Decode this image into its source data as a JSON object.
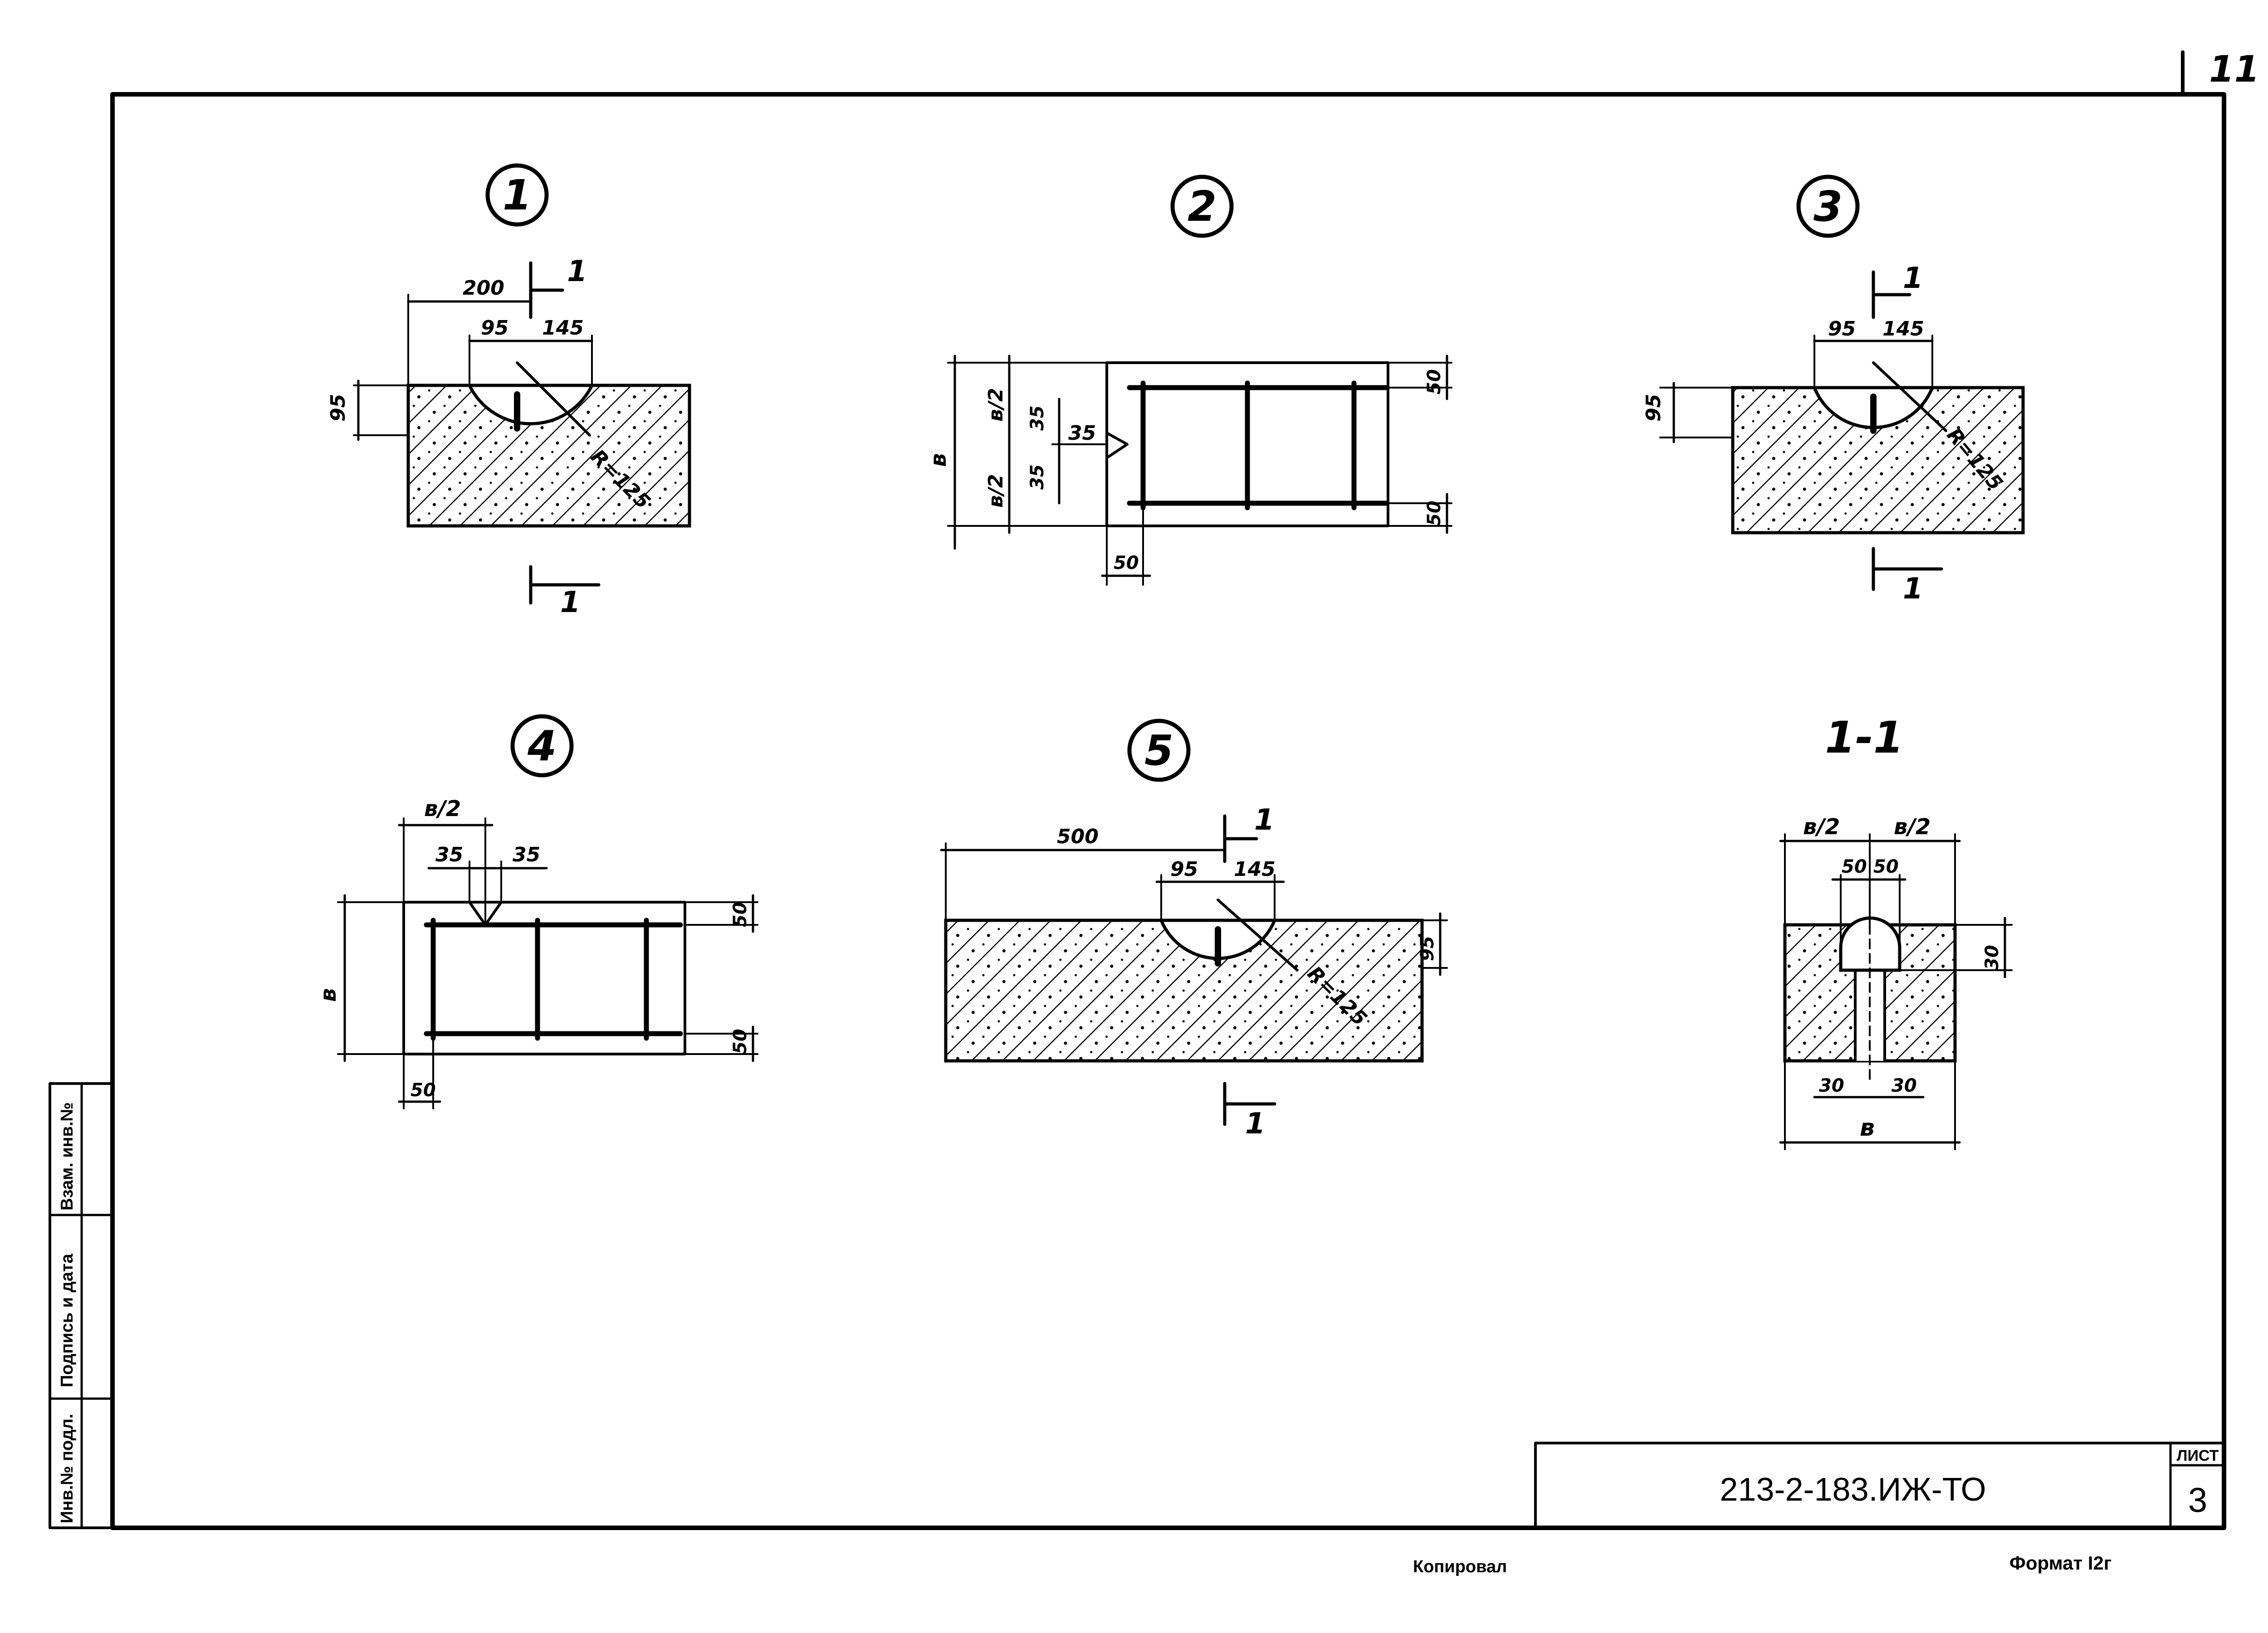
{
  "sheet_corner_number": "11",
  "stamp": {
    "sheet_label": "ЛИСТ",
    "sheet_number": "3",
    "document_code": "213-2-183.ИЖ-ТО"
  },
  "side_table": {
    "inv_original": "Инв.№ подл.",
    "sign_date": "Подпись и дата",
    "inv_replace": "Взам. инв.№"
  },
  "footer": {
    "copied": "Копировал",
    "format": "Формат I2г"
  },
  "details": {
    "d1": {
      "number": "1",
      "dims": [
        "200",
        "95",
        "145",
        "95"
      ],
      "radius": "R=125",
      "section_marks": [
        "1",
        "1"
      ]
    },
    "d2": {
      "number": "2",
      "dims": [
        "в",
        "в/2",
        "в/2",
        "35",
        "35",
        "35",
        "50",
        "50",
        "50"
      ]
    },
    "d3": {
      "number": "3",
      "dims": [
        "95",
        "145",
        "95"
      ],
      "radius": "R=125",
      "section_marks": [
        "1",
        "1"
      ]
    },
    "d4": {
      "number": "4",
      "dims": [
        "в/2",
        "35",
        "35",
        "в",
        "50",
        "50",
        "50"
      ]
    },
    "d5": {
      "number": "5",
      "dims": [
        "500",
        "95",
        "145",
        "95"
      ],
      "radius": "R=125",
      "section_marks": [
        "1",
        "1"
      ]
    },
    "section": {
      "title": "1-1",
      "dims": [
        "в/2",
        "в/2",
        "50",
        "50",
        "30",
        "30",
        "30",
        "в"
      ]
    }
  }
}
